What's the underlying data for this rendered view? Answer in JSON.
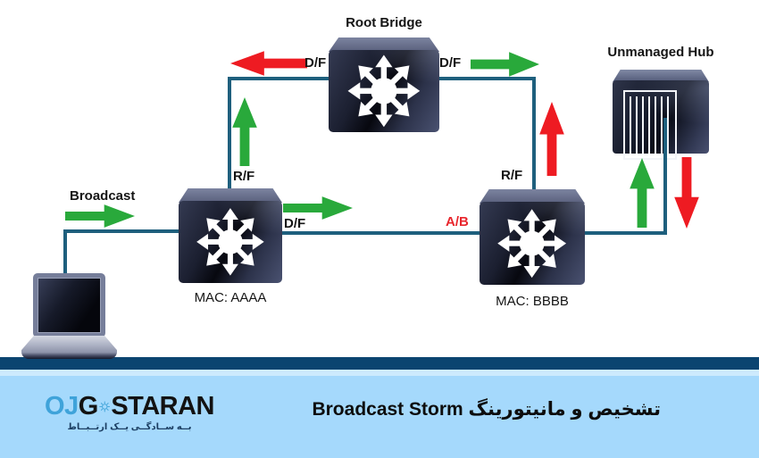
{
  "diagram": {
    "root_bridge": {
      "title": "Root Bridge"
    },
    "switch_a": {
      "mac_label": "MAC: AAAA"
    },
    "switch_b": {
      "mac_label": "MAC: BBBB"
    },
    "hub": {
      "title": "Unmanaged Hub"
    },
    "labels": {
      "broadcast": "Broadcast",
      "df_root_left": "D/F",
      "df_root_right": "D/F",
      "df_a_to_b": "D/F",
      "rf_a": "R/F",
      "rf_b": "R/F",
      "ab_blocked": "A/B"
    },
    "colors": {
      "link": "#1e5f7d",
      "forward_green": "#29a93b",
      "storm_red": "#ee1b22",
      "blocked_label": "#e8262d"
    }
  },
  "footer": {
    "logo": {
      "part1": "OJ",
      "part2": "G",
      "part3": "STARAN",
      "tagline": "بــه ســادگــی یــک ارتــبــاط"
    },
    "title": "تشخیص و مانیتورینگ Broadcast Storm"
  }
}
